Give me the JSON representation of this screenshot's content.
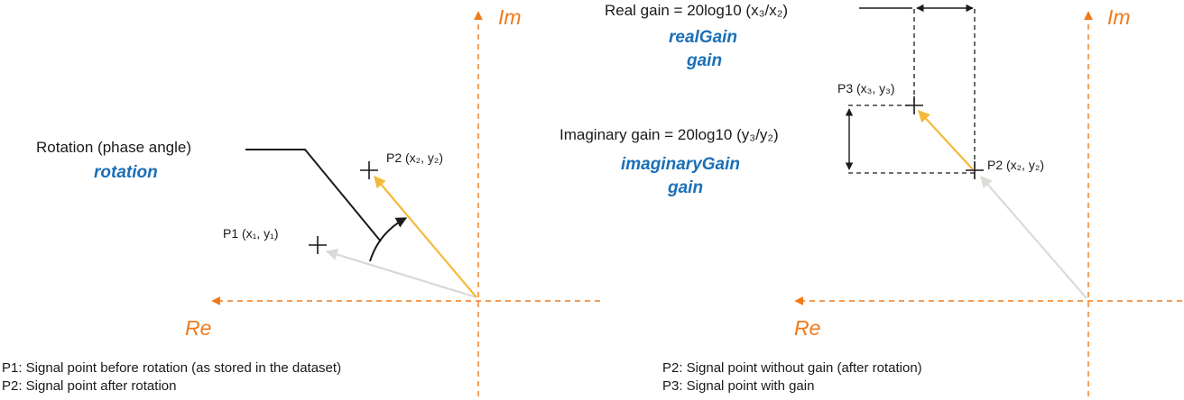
{
  "colors": {
    "axis": "#f07a1a",
    "property": "#1b6fb8",
    "vector_before": "#d9d9d9",
    "vector_after": "#f5b93a",
    "vector_nogain": "#dcdcd6",
    "ink": "#1a1a1a"
  },
  "left_panel": {
    "axis_im": "Im",
    "axis_re": "Re",
    "rotation_label": "Rotation (phase angle)",
    "rotation_property": "rotation",
    "p1_label": "P1 (x₁, y₁)",
    "p2_label": "P2 (x₂, y₂)",
    "note_p1": "P1: Signal point before rotation (as stored in the dataset)",
    "note_p2": "P2: Signal point after rotation"
  },
  "right_panel": {
    "axis_im": "Im",
    "axis_re": "Re",
    "real_gain_label": "Real gain = 20log10 (x₃/x₂)",
    "real_gain_property": "realGain",
    "real_gain_alias": "gain",
    "imag_gain_label": "Imaginary gain = 20log10 (y₃/y₂)",
    "imag_gain_property": "imaginaryGain",
    "imag_gain_alias": "gain",
    "p3_label": "P3 (x₃, y₃)",
    "p2_label": "P2 (x₂, y₂)",
    "note_p2": "P2: Signal point without gain (after rotation)",
    "note_p3": "P3: Signal point with gain"
  }
}
